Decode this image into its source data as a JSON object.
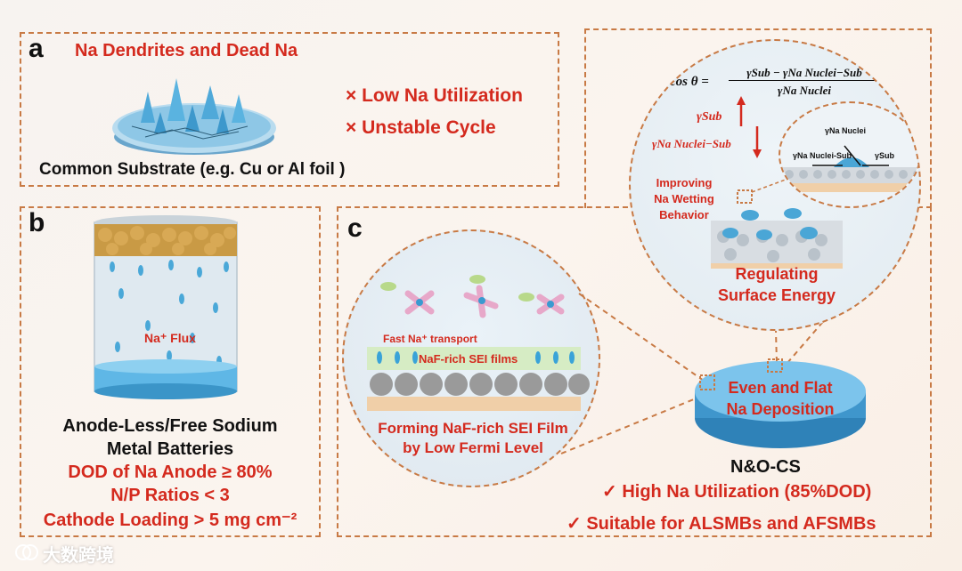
{
  "panel_a": {
    "label": "a",
    "title": "Na Dendrites and Dead Na",
    "issues": [
      "× Low Na Utilization",
      "× Unstable  Cycle"
    ],
    "caption": "Common Substrate (e.g. Cu or Al  foil )"
  },
  "panel_b": {
    "label": "b",
    "flux_label": "Na⁺ Flux",
    "caption_line1": "Anode-Less/Free Sodium",
    "caption_line2": "Metal Batteries",
    "specs": [
      "DOD of Na Anode ≥ 80%",
      "N/P Ratios < 3",
      "Cathode Loading > 5 mg cm⁻²"
    ]
  },
  "panel_c": {
    "label": "c",
    "transport_label": "Fast Na⁺ transport",
    "sei_label": "NaF-rich SEI films",
    "caption_line1": "Forming NaF-rich SEI Film",
    "caption_line2": "by Low Fermi Level",
    "disk_line1": "Even and Flat",
    "disk_line2": "Na Deposition",
    "material": "N&O-CS",
    "benefits": [
      "✓ High Na Utilization (85%DOD)",
      "✓ Suitable for  ALSMBs and AFSMBs"
    ]
  },
  "wetting": {
    "equation_lhs": "cos θ =",
    "equation_num": "γSub − γNa Nuclei−Sub",
    "equation_den": "γNa Nuclei",
    "gamma_sub": "γSub",
    "gamma_nuclei_sub": "γNa Nuclei−Sub",
    "inset_nuclei": "γNa Nuclei",
    "inset_nuclei_sub": "γNa Nuclei-Sub",
    "inset_sub": "γSub",
    "improving": [
      "Improving",
      "Na Wetting",
      "Behavior"
    ],
    "caption_line1": "Regulating",
    "caption_line2": "Surface Energy"
  },
  "watermark": "大数跨境",
  "colors": {
    "accent_red": "#d42a1e",
    "dash_border": "#c87a45"
  }
}
